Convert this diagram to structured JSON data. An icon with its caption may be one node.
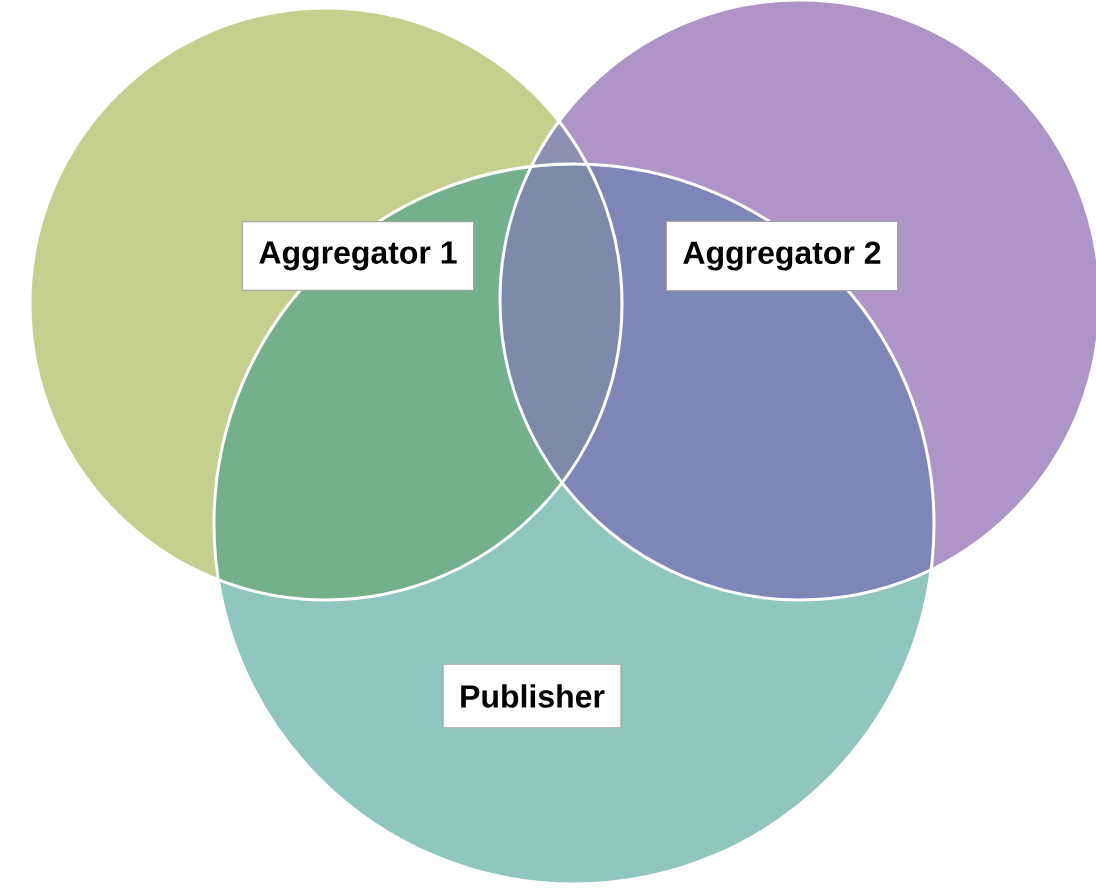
{
  "diagram": {
    "nodes": [
      {
        "text": [
          "Aggregator 1"
        ]
      },
      {
        "text": [
          "Aggregator 2"
        ]
      },
      {
        "text": [
          "Publisher"
        ]
      }
    ]
  }
}
